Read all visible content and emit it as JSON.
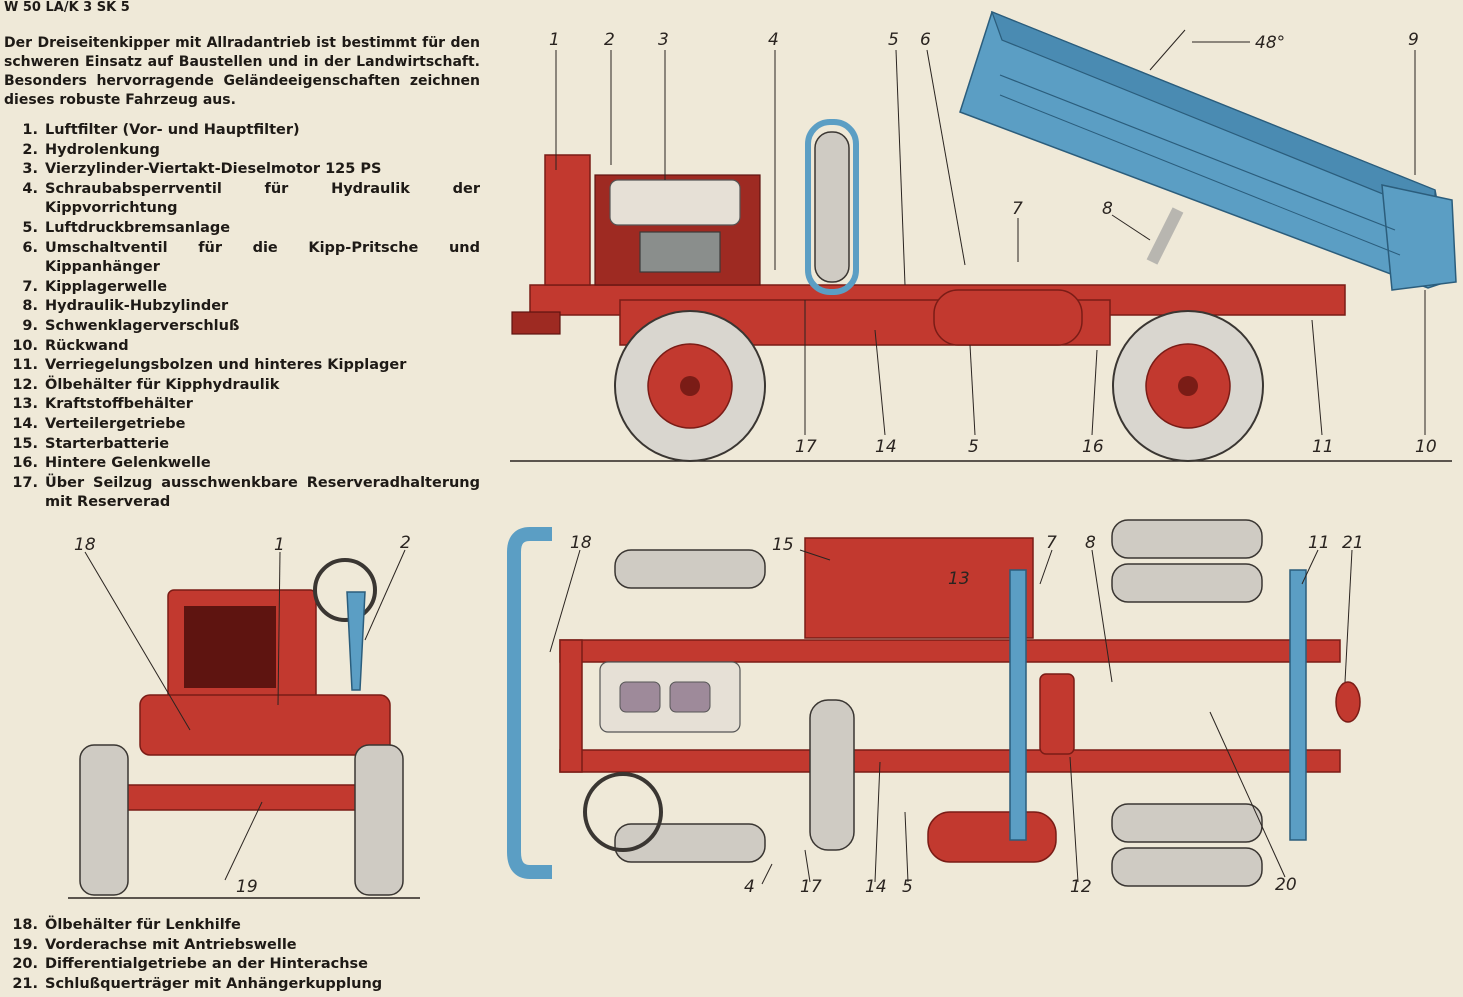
{
  "title": "W 50 LA/K 3 SK 5",
  "intro": "Der Dreiseitenkipper mit Allradantrieb ist bestimmt für den schweren Einsatz auf Baustellen und in der Landwirtschaft. Besonders hervorragende Geländeeigenschaften zeichnen dieses robuste Fahrzeug aus.",
  "legend_top": [
    {
      "n": "1.",
      "t": "Luftfilter (Vor- und Hauptfilter)"
    },
    {
      "n": "2.",
      "t": "Hydrolenkung"
    },
    {
      "n": "3.",
      "t": "Vierzylinder-Viertakt-Dieselmotor 125 PS"
    },
    {
      "n": "4.",
      "t": "Schraubabsperrventil für Hydraulik der Kippvorrichtung"
    },
    {
      "n": "5.",
      "t": "Luftdruckbremsanlage"
    },
    {
      "n": "6.",
      "t": "Umschaltventil für die Kipp-Pritsche und Kippanhänger"
    },
    {
      "n": "7.",
      "t": "Kipplagerwelle"
    },
    {
      "n": "8.",
      "t": "Hydraulik-Hubzylinder"
    },
    {
      "n": "9.",
      "t": "Schwenklagerverschluß"
    },
    {
      "n": "10.",
      "t": "Rückwand"
    },
    {
      "n": "11.",
      "t": "Verriegelungsbolzen und hinteres Kipplager"
    },
    {
      "n": "12.",
      "t": "Ölbehälter für Kipphydraulik"
    },
    {
      "n": "13.",
      "t": "Kraftstoffbehälter"
    },
    {
      "n": "14.",
      "t": "Verteilergetriebe"
    },
    {
      "n": "15.",
      "t": "Starterbatterie"
    },
    {
      "n": "16.",
      "t": "Hintere Gelenkwelle"
    },
    {
      "n": "17.",
      "t": "Über Seilzug ausschwenkbare Reserveradhalterung mit Reserverad"
    }
  ],
  "legend_bottom": [
    {
      "n": "18.",
      "t": "Ölbehälter für Lenkhilfe"
    },
    {
      "n": "19.",
      "t": "Vorderachse mit Antriebswelle"
    },
    {
      "n": "20.",
      "t": "Differentialgetriebe an der Hinterachse"
    },
    {
      "n": "21.",
      "t": "Schlußquerträger mit Anhängerkupplung"
    }
  ],
  "side_view": {
    "angle": "48°",
    "callouts_top": [
      "1",
      "2",
      "3",
      "4",
      "5",
      "6",
      "9",
      "7",
      "8"
    ],
    "callouts_bottom": [
      "17",
      "14",
      "5",
      "16",
      "11",
      "10"
    ]
  },
  "front_view": {
    "callouts": [
      "18",
      "1",
      "2",
      "19"
    ]
  },
  "top_view": {
    "tank_label": "13",
    "callouts_top": [
      "18",
      "15",
      "7",
      "8",
      "11",
      "21"
    ],
    "callouts_bottom": [
      "4",
      "17",
      "14",
      "5",
      "12",
      "20"
    ]
  },
  "colors": {
    "frame_red": "#c2392f",
    "body_blue": "#5b9ec4",
    "paper": "#efe9d8"
  }
}
